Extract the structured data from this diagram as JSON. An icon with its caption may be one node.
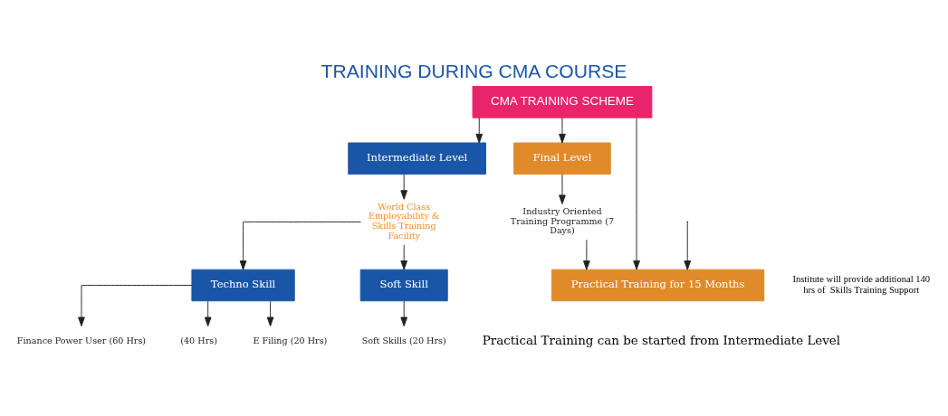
{
  "diagram": {
    "title": "TRAINING DURING CMA COURSE",
    "caption": "Practical Training can be started from Intermediate Level",
    "nodes": [
      {
        "text": [
          "CMA TRAINING SCHEME"
        ]
      },
      {
        "text": [
          "Intermediate Level"
        ]
      },
      {
        "text": [
          "Final Level"
        ]
      },
      {
        "text": [
          "World Class Employability & Skills Training Facility"
        ]
      },
      {
        "text": [
          "Techno Skill"
        ]
      },
      {
        "text": [
          "Soft Skill"
        ]
      },
      {
        "text": [
          "Finance Power User (60 Hrs)"
        ]
      },
      {
        "text": [
          "(40 Hrs)"
        ]
      },
      {
        "text": [
          "E Filing (20 Hrs)"
        ]
      },
      {
        "text": [
          "Soft Skills (20 Hrs)"
        ]
      },
      {
        "text": [
          "Industry Oriented Training Programme (7 Days)"
        ]
      },
      {
        "text": [
          "Practical Training for 15 Months"
        ]
      }
    ],
    "edges": [
      {
        "from": 0,
        "to": 1,
        "arrow": "to"
      },
      {
        "from": 0,
        "to": 11,
        "arrow": "to"
      },
      {
        "from": 0,
        "to": 2,
        "arrow": "to"
      },
      {
        "from": 1,
        "to": 3,
        "arrow": "to"
      },
      {
        "from": 3,
        "to": 4,
        "arrow": "to"
      },
      {
        "from": 3,
        "to": 5,
        "arrow": "to"
      },
      {
        "from": 4,
        "to": 6,
        "arrow": "to"
      },
      {
        "from": 4,
        "to": 7,
        "arrow": "to"
      },
      {
        "from": 4,
        "to": 8,
        "arrow": "to"
      },
      {
        "from": 5,
        "to": 9,
        "arrow": "to"
      },
      {
        "from": 2,
        "to": 10,
        "arrow": "to"
      },
      {
        "from": null,
        "to": 11,
        "arrow": "to"
      },
      {
        "from": 10,
        "to": 11,
        "arrow": "to"
      }
    ],
    "labels": [
      "Institute will provide additional 140 hrs of  Skills Training Support"
    ]
  }
}
